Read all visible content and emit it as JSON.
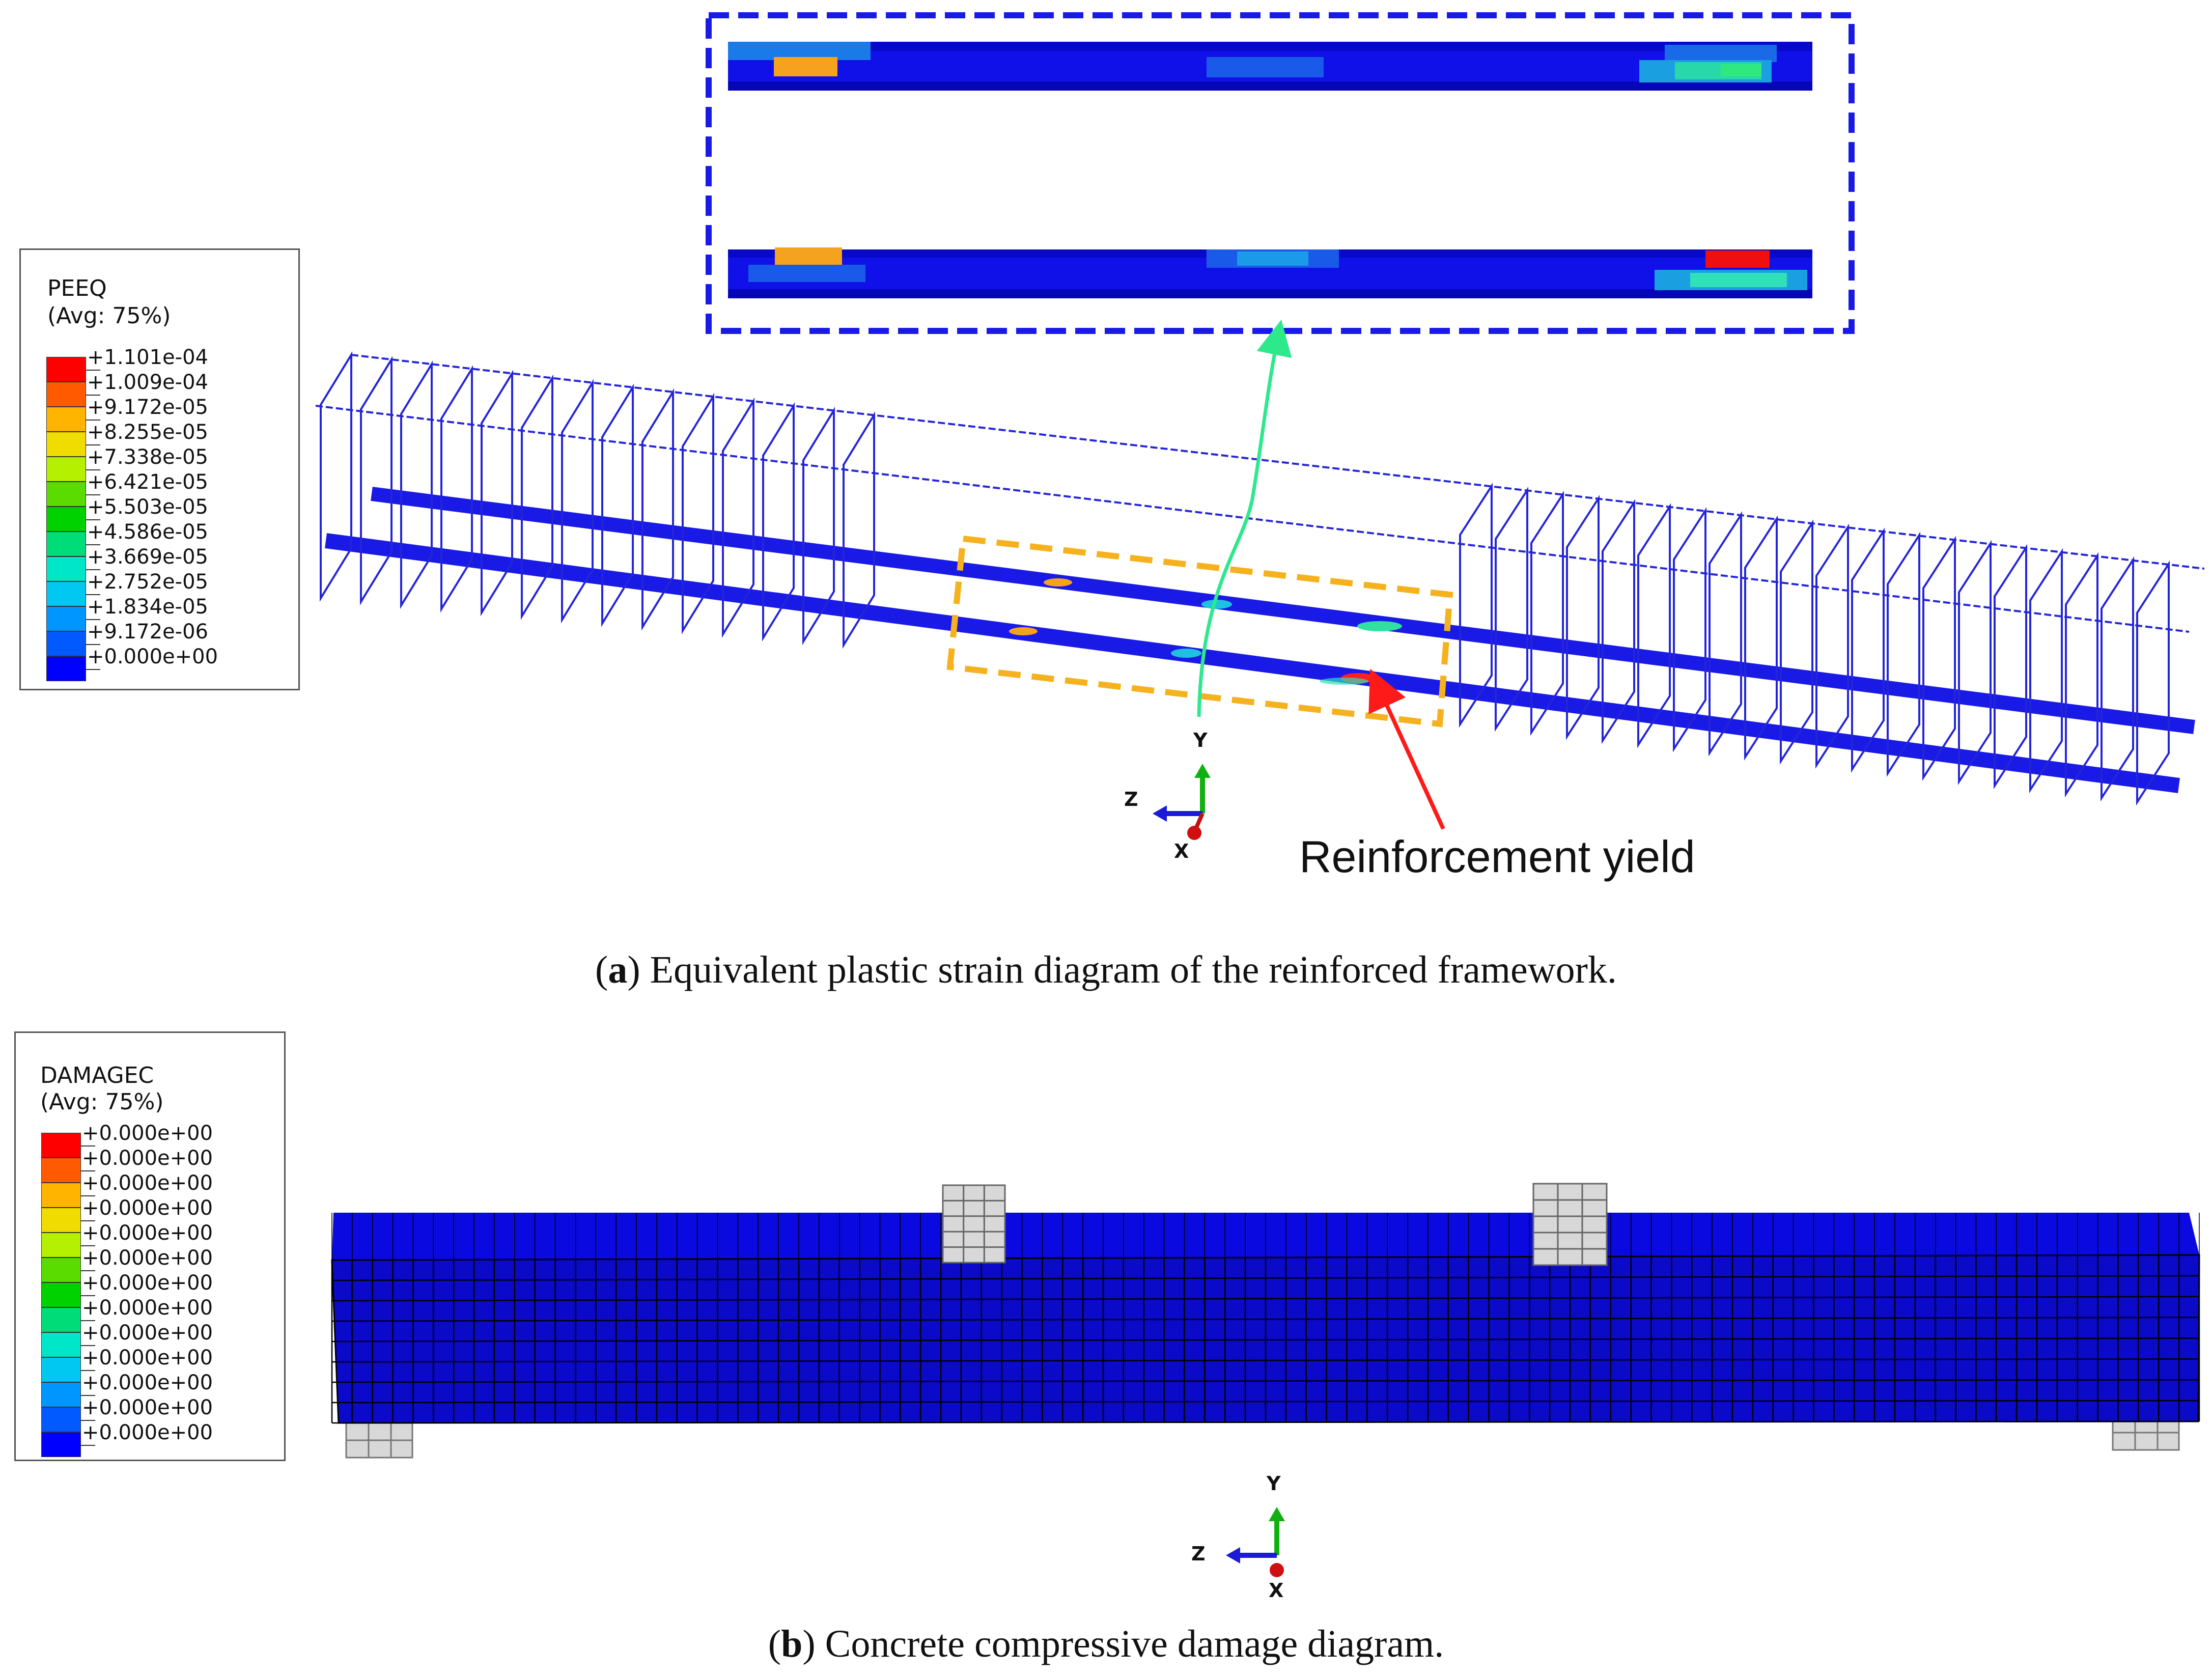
{
  "panel_a": {
    "legend": {
      "title": "PEEQ",
      "subtitle": "(Avg: 75%)",
      "labels": [
        "+1.101e-04",
        "+1.009e-04",
        "+9.172e-05",
        "+8.255e-05",
        "+7.338e-05",
        "+6.421e-05",
        "+5.503e-05",
        "+4.586e-05",
        "+3.669e-05",
        "+2.752e-05",
        "+1.834e-05",
        "+9.172e-06",
        "+0.000e+00"
      ],
      "colors": [
        "#ff0000",
        "#ff5a00",
        "#ffb400",
        "#f0dc00",
        "#b4f000",
        "#5adc00",
        "#00d200",
        "#00dc78",
        "#00e6c8",
        "#00c8f0",
        "#0096ff",
        "#005aff",
        "#0000ff"
      ]
    },
    "annotation": "Reinforcement yield",
    "axes": {
      "y": "Y",
      "z": "Z",
      "x": "X"
    },
    "caption_letter": "a",
    "caption_text": ") Equivalent plastic strain diagram of the reinforced framework."
  },
  "panel_b": {
    "legend": {
      "title": "DAMAGEC",
      "subtitle": "(Avg: 75%)",
      "labels": [
        "+0.000e+00",
        "+0.000e+00",
        "+0.000e+00",
        "+0.000e+00",
        "+0.000e+00",
        "+0.000e+00",
        "+0.000e+00",
        "+0.000e+00",
        "+0.000e+00",
        "+0.000e+00",
        "+0.000e+00",
        "+0.000e+00",
        "+0.000e+00"
      ],
      "colors": [
        "#ff0000",
        "#ff5a00",
        "#ffb400",
        "#f0dc00",
        "#b4f000",
        "#5adc00",
        "#00d200",
        "#00dc78",
        "#00e6c8",
        "#00c8f0",
        "#0096ff",
        "#005aff",
        "#0000ff"
      ]
    },
    "axes": {
      "y": "Y",
      "z": "Z",
      "x": "X"
    },
    "caption_letter": "b",
    "caption_text": ") Concrete compressive damage diagram."
  },
  "colors": {
    "rebar": "#1a1ae6",
    "stirrup": "#2525d8",
    "callout_orange": "#f5b21e",
    "callout_blue": "#1a1ae6",
    "leader_green": "#2ee88c",
    "arrow_red": "#ff1a1a",
    "concrete": "#0a0ad2",
    "support": "#d8d8d8"
  }
}
